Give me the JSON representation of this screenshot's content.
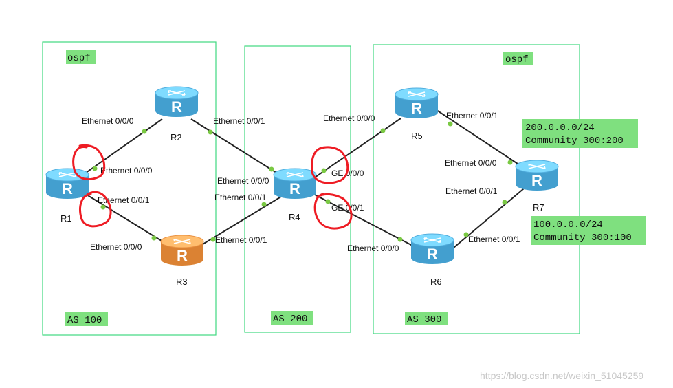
{
  "as_blocks": [
    {
      "id": "as100",
      "label": "AS 100",
      "protocol": "ospf"
    },
    {
      "id": "as200",
      "label": "AS 200"
    },
    {
      "id": "as300",
      "label": "AS 300",
      "protocol": "ospf"
    }
  ],
  "routers": [
    {
      "id": "R1",
      "label": "R1",
      "color": "#5cb8e8"
    },
    {
      "id": "R2",
      "label": "R2",
      "color": "#5cb8e8"
    },
    {
      "id": "R3",
      "label": "R3",
      "color": "#f49b4c"
    },
    {
      "id": "R4",
      "label": "R4",
      "color": "#5cb8e8"
    },
    {
      "id": "R5",
      "label": "R5",
      "color": "#5cb8e8"
    },
    {
      "id": "R6",
      "label": "R6",
      "color": "#5cb8e8"
    },
    {
      "id": "R7",
      "label": "R7",
      "color": "#5cb8e8"
    }
  ],
  "ports": {
    "r2_e000": "Ethernet 0/0/0",
    "r1_e000": "Ethernet 0/0/0",
    "r1_e001": "Ethernet 0/0/1",
    "r3_e000": "Ethernet 0/0/0",
    "r2_e001": "Ethernet 0/0/1",
    "r4_e000": "Ethernet 0/0/0",
    "r4_e001": "Ethernet 0/0/1",
    "r3_e001": "Ethernet 0/0/1",
    "r5_e000": "Ethernet 0/0/0",
    "r4_ge000": "GE 0/0/0",
    "r4_ge001": "GE 0/0/1",
    "r6_e000": "Ethernet 0/0/0",
    "r5_e001": "Ethernet 0/0/1",
    "r7_e000": "Ethernet 0/0/0",
    "r7_e001": "Ethernet 0/0/1",
    "r6_e001": "Ethernet 0/0/1"
  },
  "routes": [
    {
      "prefix": "200.0.0.0/24",
      "community": "Community 300:200"
    },
    {
      "prefix": "100.0.0.0/24",
      "community": "Community 300:100"
    }
  ],
  "watermark": "https://blog.csdn.net/weixin_51045259",
  "colors": {
    "as_border": "#40d880",
    "tag_background": "#7fe07f",
    "annotation": "#ee1c24",
    "port_dot": "#7ac943"
  }
}
